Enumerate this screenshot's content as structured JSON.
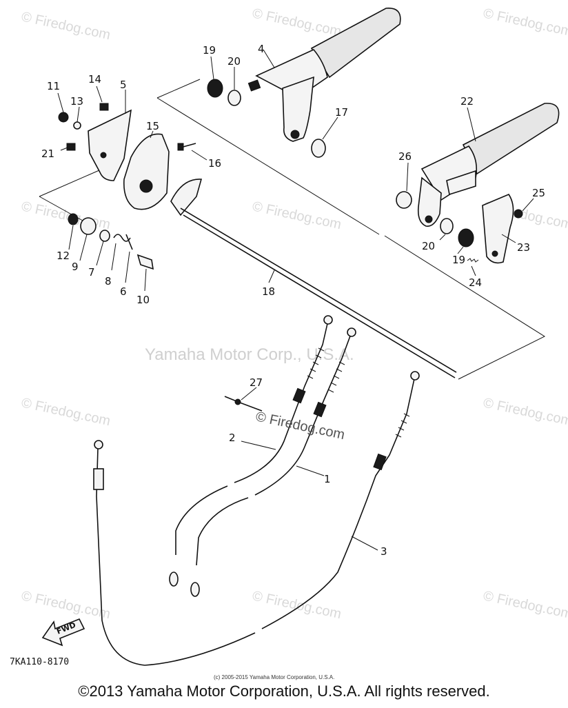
{
  "watermarks": {
    "site": "© Firedog.com",
    "center": "Yamaha Motor Corp., U.S.A.",
    "inline": "© Firedog.com"
  },
  "diagram_code": "7KA110-8170",
  "small_copyright": "(c) 2005-2015 Yamaha Motor Corporation, U.S.A.",
  "fwd_label": "FWD",
  "copyright": "©2013 Yamaha Motor Corporation, U.S.A. All rights reserved.",
  "part_labels": [
    "1",
    "2",
    "3",
    "4",
    "5",
    "6",
    "7",
    "8",
    "9",
    "10",
    "11",
    "12",
    "13",
    "14",
    "15",
    "16",
    "17",
    "18",
    "19",
    "20",
    "21",
    "22",
    "23",
    "24",
    "25",
    "26",
    "27",
    "19",
    "20"
  ]
}
